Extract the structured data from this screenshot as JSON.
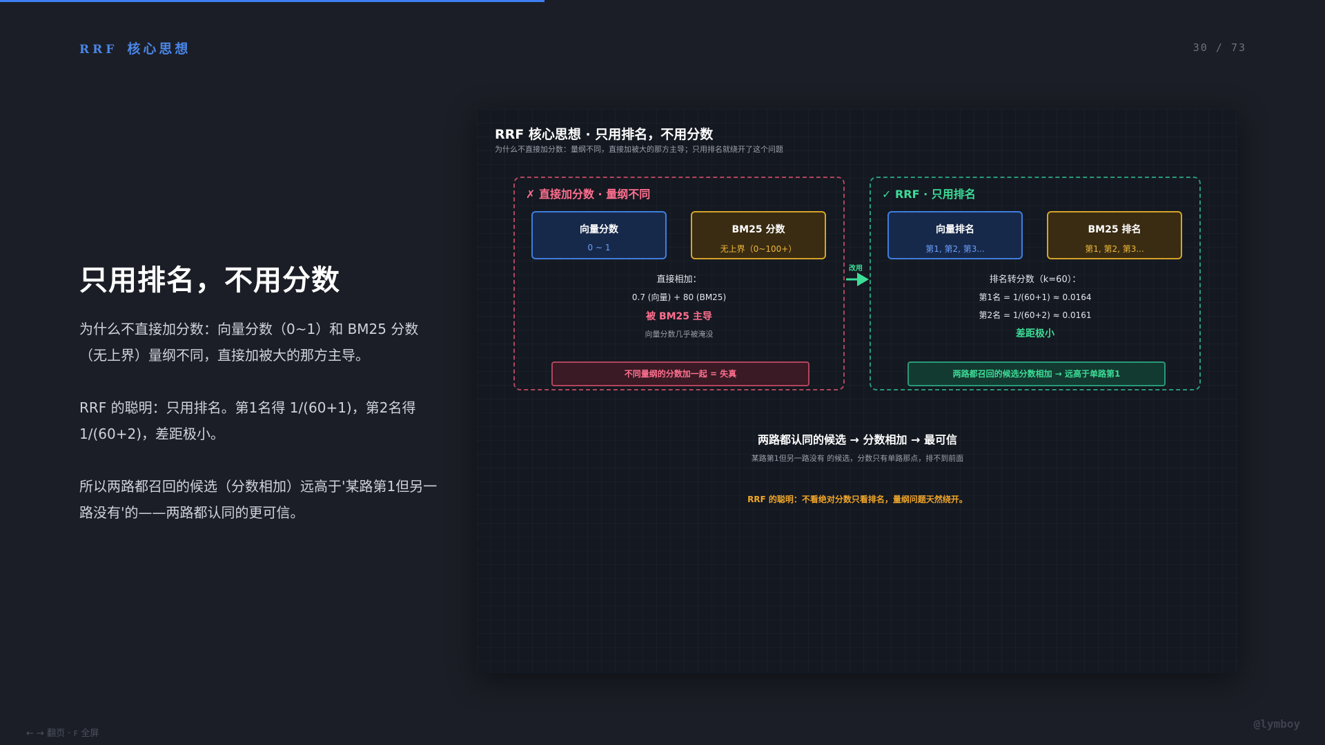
{
  "progress": {
    "fraction": 0.411,
    "color": "#3d7ef0"
  },
  "header": {
    "tag": "RRF",
    "section": "核心思想",
    "page_current": "30",
    "page_sep": "/",
    "page_total": "73"
  },
  "left": {
    "title": "只用排名，不用分数",
    "paragraphs": [
      "为什么不直接加分数：向量分数（0~1）和 BM25 分数（无上界）量纲不同，直接加被大的那方主导。",
      "RRF 的聪明：只用排名。第1名得 1/(60+1)，第2名得 1/(60+2)，差距极小。",
      "所以两路都召回的候选（分数相加）远高于'某路第1但另一路没有'的——两路都认同的更可信。"
    ]
  },
  "diagram": {
    "title": "RRF 核心思想 · 只用排名，不用分数",
    "subtitle": "为什么不直接加分数：量纲不同，直接加被大的那方主导；只用排名就绕开了这个问题",
    "bad": {
      "title": "✗ 直接加分数 · 量纲不同",
      "box_left": {
        "title": "向量分数",
        "sub": "0 ~ 1"
      },
      "box_right": {
        "title": "BM25 分数",
        "sub": "无上界（0~100+）"
      },
      "head": "直接相加：",
      "formula": "0.7 (向量) + 80 (BM25)",
      "emphasis": "被 BM25 主导",
      "note": "向量分数几乎被淹没",
      "banner": "不同量纲的分数加一起 = 失真"
    },
    "arrow_label": "改用",
    "good": {
      "title": "✓ RRF · 只用排名",
      "box_left": {
        "title": "向量排名",
        "sub": "第1, 第2, 第3..."
      },
      "box_right": {
        "title": "BM25 排名",
        "sub": "第1, 第2, 第3..."
      },
      "head": "排名转分数（k=60）：",
      "line1": "第1名 = 1/(60+1) ≈ 0.0164",
      "line2": "第2名 = 1/(60+2) ≈ 0.0161",
      "emphasis": "差距极小",
      "banner": "两路都召回的候选分数相加 → 远高于单路第1"
    },
    "summary_main": "两路都认同的候选 → 分数相加 → 最可信",
    "summary_sub": "某路第1但另一路没有 的候选，分数只有单路那点，排不到前面",
    "summary_note": "RRF 的聪明：不看绝对分数只看排名，量纲问题天然绕开。"
  },
  "footer": {
    "nav_arrows": "← →",
    "nav_label": "翻页",
    "dot": "·",
    "fullscreen_key": "F",
    "fullscreen_label": "全屏",
    "watermark": "@lymboy"
  },
  "colors": {
    "accent": "#4a86e8",
    "bad": "#ff6f8e",
    "good": "#3ddc97",
    "warn": "#f0a62a"
  }
}
